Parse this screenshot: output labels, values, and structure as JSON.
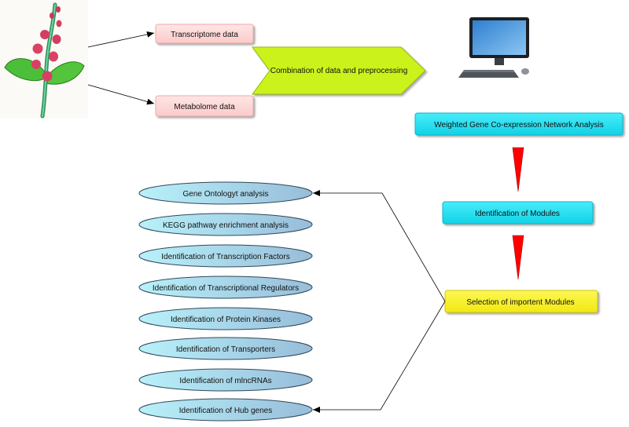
{
  "inputs": {
    "transcriptome": "Transcriptome data",
    "metabolome": "Metabolome data"
  },
  "combine": {
    "label": "Combination of data and preprocessing"
  },
  "pipeline": {
    "wgcna": "Weighted Gene Co-expression Network Analysis",
    "modules": "Identification of Modules",
    "selection": "Selection of importent Modules"
  },
  "analyses": [
    "Gene Ontologyt analysis",
    "KEGG pathway enrichment analysis",
    "Identification of Transcription Factors",
    "Identification of Transcriptional Regulators",
    "Identification of Protein Kinases",
    "Identification of Transporters",
    "Identification of mlncRNAs",
    "Identification of Hub genes"
  ],
  "colors": {
    "pink_fill": "#fddada",
    "pink_stroke": "#f1a9a9",
    "green_fill": "#ccf21c",
    "green_stroke": "#95b80a",
    "cyan_fill": "#26e4f6",
    "cyan_stroke": "#10b7c9",
    "yellow_fill": "#f9f31a",
    "yellow_stroke": "#cfc60a",
    "ellipse_left": "#b8f1fa",
    "ellipse_right": "#98bdd9",
    "ellipse_stroke": "#30485a",
    "red_arrow": "#ff0000"
  },
  "icons": {
    "plant": "flowering-plant-icon",
    "computer": "desktop-computer-icon"
  }
}
